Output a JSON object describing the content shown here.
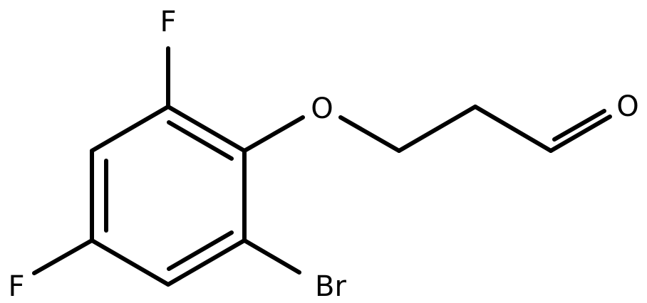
{
  "molecule": {
    "atoms": {
      "fluorine_top": "F",
      "fluorine_bottom_left": "F",
      "bromine": "Br",
      "ether_oxygen": "O",
      "carbonyl_oxygen": "O"
    },
    "colors": {
      "bond": "#000000",
      "label": "#000000",
      "background": "#ffffff"
    }
  }
}
